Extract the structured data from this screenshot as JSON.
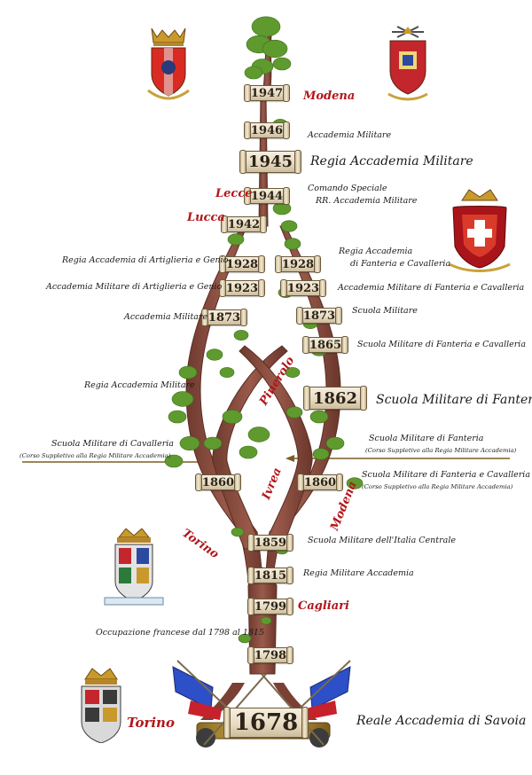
{
  "cities": {
    "modena_top": "Modena",
    "lecce": "Lecce",
    "lucca": "Lucca",
    "pinerolo": "Pinerolo",
    "ivrea": "Ivrea",
    "modena_branch": "Modena",
    "torino_branch": "Torino",
    "cagliari": "Cagliari",
    "torino_bottom": "Torino"
  },
  "years": {
    "y1947": "1947",
    "y1946": "1946",
    "y1945": "1945",
    "y1944": "1944",
    "y1942": "1942",
    "y1928_left": "1928",
    "y1928_right": "1928",
    "y1923_left": "1923",
    "y1923_right": "1923",
    "y1873_left": "1873",
    "y1873_right": "1873",
    "y1865": "1865",
    "y1862": "1862",
    "y1860_left": "1860",
    "y1860_right": "1860",
    "y1859": "1859",
    "y1815": "1815",
    "y1799": "1799",
    "y1798": "1798",
    "y1678": "1678"
  },
  "labels": {
    "accademia_militare_1946": "Accademia Militare",
    "regia_accademia_militare_1945": "Regia Accademia Militare",
    "comando_speciale": "Comando Speciale",
    "rr_accademia_militare": "RR. Accademia Militare",
    "regia_artiglieria_genio": "Regia Accademia di Artiglieria e Genio",
    "regia_accademia_1928_r1": "Regia Accademia",
    "regia_accademia_1928_r2": "di Fanteria e Cavalleria",
    "accademia_artiglieria_genio": "Accademia Militare di Artiglieria e Genio",
    "accademia_fanteria_cavalleria": "Accademia Militare di Fanteria e Cavalleria",
    "accademia_militare_1873": "Accademia Militare",
    "scuola_militare_1873": "Scuola Militare",
    "scuola_fanteria_cavalleria_1865": "Scuola Militare di Fanteria e Cavalleria",
    "regia_accademia_militare_left": "Regia Accademia Militare",
    "scuola_fanteria_1862": "Scuola Militare di Fanteria",
    "scuola_cavalleria": "Scuola Militare di Cavalleria",
    "corso_suppletivo_left": "(Corso Suppletivo alla Regia Militare Accademia)",
    "scuola_fanteria_right": "Scuola Militare di Fanteria",
    "corso_suppletivo_right1": "(Corso Suppletivo alla Regia Militare Accademia)",
    "scuola_fanteria_cavalleria_1860": "Scuola Militare di Fanteria e Cavalleria",
    "corso_suppletivo_right2": "(Corso Suppletivo alla Regia Militare Accademia)",
    "scuola_italia_centrale": "Scuola Militare dell'Italia Centrale",
    "regia_militare_accademia": "Regia Militare Accademia",
    "occupazione": "Occupazione francese dal 1798 al 1815",
    "reale_accademia": "Reale Accademia di Savoia"
  },
  "colors": {
    "city_red": "#b3161b",
    "trunk": "#8a4b3e",
    "leaf": "#5f9a2e",
    "paper": "#ece2cb"
  }
}
